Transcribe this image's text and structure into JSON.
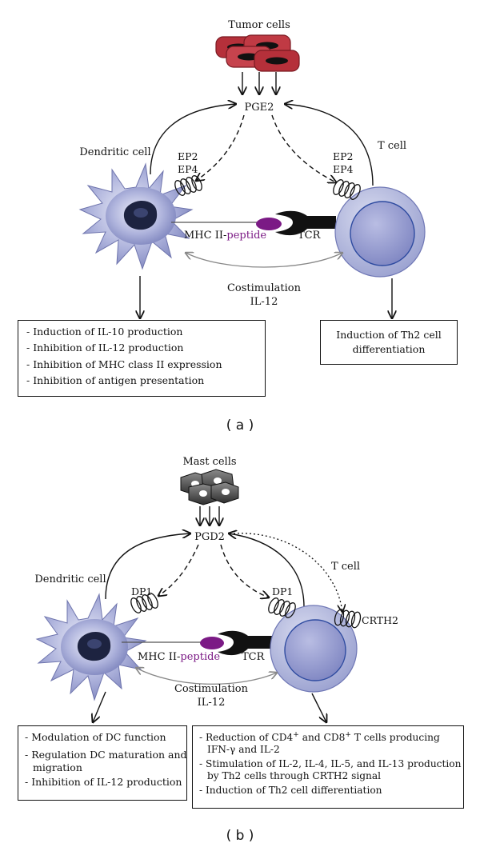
{
  "panel_a": {
    "source_label": "Tumor cells",
    "mediator": "PGE2",
    "dc_label": "Dendritic cell",
    "tcell_label": "T cell",
    "dc_receptor_1": "EP2",
    "dc_receptor_2": "EP4",
    "t_receptor_1": "EP2",
    "t_receptor_2": "EP4",
    "mhc_prefix": "MHC II-",
    "mhc_peptide": "peptide",
    "tcr": "TCR",
    "costim_1": "Costimulation",
    "costim_2": "IL-12",
    "dc_effects": [
      "- Induction of IL-10 production",
      "- Inhibition of IL-12 production",
      "- Inhibition of MHC class II expression",
      "- Inhibition of antigen presentation"
    ],
    "t_effects_1": "Induction of Th2 cell",
    "t_effects_2": "differentiation",
    "panel_label": "( a )"
  },
  "panel_b": {
    "source_label": "Mast cells",
    "mediator": "PGD2",
    "dc_label": "Dendritic cell",
    "tcell_label": "T cell",
    "dc_receptor": "DP1",
    "t_receptor": "DP1",
    "crth2": "CRTH2",
    "mhc_prefix": "MHC II-",
    "mhc_peptide": "peptide",
    "tcr": "TCR",
    "costim_1": "Costimulation",
    "costim_2": "IL-12",
    "dc_effects": {
      "line1": "- Modulation of DC function",
      "line2": "- Regulation DC maturation and",
      "line3": "migration",
      "line4": "- Inhibition of IL-12 production"
    },
    "t_effects": {
      "r1_pre": "- Reduction of CD4",
      "r1_sup1": "+",
      "r1_mid": " and CD8",
      "r1_sup2": "+",
      "r1_post": " T cells producing",
      "r2": "IFN-γ and IL-2",
      "r3": "- Stimulation of IL-2, IL-4, IL-5, and IL-13 production",
      "r4": "by Th2 cells through CRTH2 signal",
      "r5": "- Induction of Th2 cell differentiation"
    },
    "panel_label": "( b )"
  },
  "colors": {
    "tumor": "#b5303a",
    "tumor_light": "#e59aa0",
    "dc_body": "#8f95c6",
    "tcell_outer": "#aab0d8",
    "tcell_nucleus": "#8b92c8",
    "peptide": "#7b1a85",
    "mast": "#3a3a3a",
    "costim_arrow": "#888888"
  },
  "icons": [
    "tumor-cells-icon",
    "mast-cells-icon",
    "dendritic-cell-icon",
    "t-cell-icon",
    "receptor-coil-icon",
    "tcr-icon"
  ]
}
